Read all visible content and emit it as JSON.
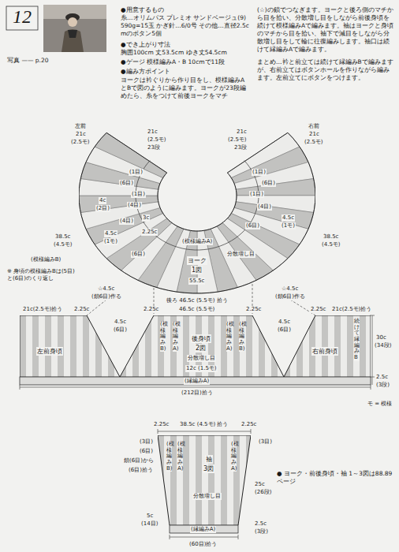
{
  "diagram": {
    "title": "12",
    "nodes": [
      {
        "text": [
          "ヨーク",
          "1図"
        ]
      },
      {
        "text": [
          "左前身頃"
        ]
      },
      {
        "text": [
          "後身頃",
          "2図"
        ]
      },
      {
        "text": [
          "右前身頃"
        ]
      },
      {
        "text": [
          "袖",
          "3図"
        ]
      }
    ],
    "labels": [
      "写真 —— p.20",
      "●用意するもの",
      "糸…オリムパス プレミオ サンドベージュ(9) 590g=15玉 かぎ針…6/0号 その他…直径2.5cmのボタン5個",
      "●でき上がり寸法",
      "胸囲100cm 丈53.5cm ゆき丈54.5cm",
      "●ゲージ 模様編みA・B 10cmで11段",
      "●編み方ポイント",
      "ヨークは衿ぐりから作り目をし、模様編みAとBで図のように編みます。ヨークが23段編めたら、糸をつけて前後ヨークをマチ",
      "(☆)の鎖でつなぎます。ヨークと後ろ側のマチから目を拾い、分散増し目をしながら前後身頃を続けて模様編みAで編みます。袖はヨークと身頃のマチから目を拾い、袖下で減目をしながら分散増し目をして輪に往復編みします。袖口は続けて縁編みAで編みます。",
      "まとめ…衿と前立ては続けて縁編みBで編みますが、右前立てはボタンホールを作りながら編みます。左前立てにボタンをつけます。",
      "左前",
      "21c",
      "(2.5モ)",
      "21c",
      "(2.5モ)",
      "23段",
      "右前",
      "21c",
      "(2.5モ)",
      "21c",
      "(2.5モ)",
      "23段",
      "(1目)",
      "(6目)",
      "(1目)",
      "4c",
      "(2目)",
      "(4目)",
      "3c",
      "(4目)",
      "4.5c",
      "(1モ)",
      "2.25c",
      "(6目)",
      "38.5c",
      "(4.5モ)",
      "(模様編みA)",
      "(模様編みB)",
      "(1目)",
      "(6目)",
      "(1目)",
      "(4目)",
      "4.5c",
      "(1モ)",
      "(6目)",
      "分散増し目",
      "38.5c",
      "(4.5モ)",
      "55.5c",
      "※ 身頃の模様編みBは(5目)と(6目)のくり返し",
      "☆4.5c",
      "(鎖6目)作る",
      "☆4.5c",
      "(鎖6目)作る",
      "後ろ 46.5c (5.5モ) 拾う",
      "46.5c (5.5モ)",
      "21c(2.5モ)拾う",
      "2.25c",
      "2.25c",
      "2.25c",
      "2.25c",
      "21c(2.5モ)拾う",
      "4.5c",
      "(6目)",
      "4.5c",
      "(6目)",
      "(模様編みB)",
      "(模様編みA)",
      "(模様編みA)",
      "(模様編みB)",
      "分散増し目",
      "12c (1.5モ)",
      "続けて縁編みB",
      "30c",
      "(34段)",
      "(縁編みA)",
      "2.5c",
      "(3段)",
      "(212目)拾う",
      "モ = 模様",
      "2.25c",
      "38.5c (4.5モ) 拾う",
      "2.25c",
      "(3目)",
      "(6目)",
      "鎖(6目)から",
      "(6目)拾う",
      "(3目)",
      "(模様編みB)",
      "(模様編みA)",
      "分散増し目",
      "(模様編みA)",
      "25c",
      "(26段)",
      "2.5c",
      "(3段)",
      "5c",
      "(14目)",
      "(縁編みA)",
      "(60目)拾う",
      "● ヨーク・前後身頃・袖 1～3図は88.89ページ"
    ]
  }
}
